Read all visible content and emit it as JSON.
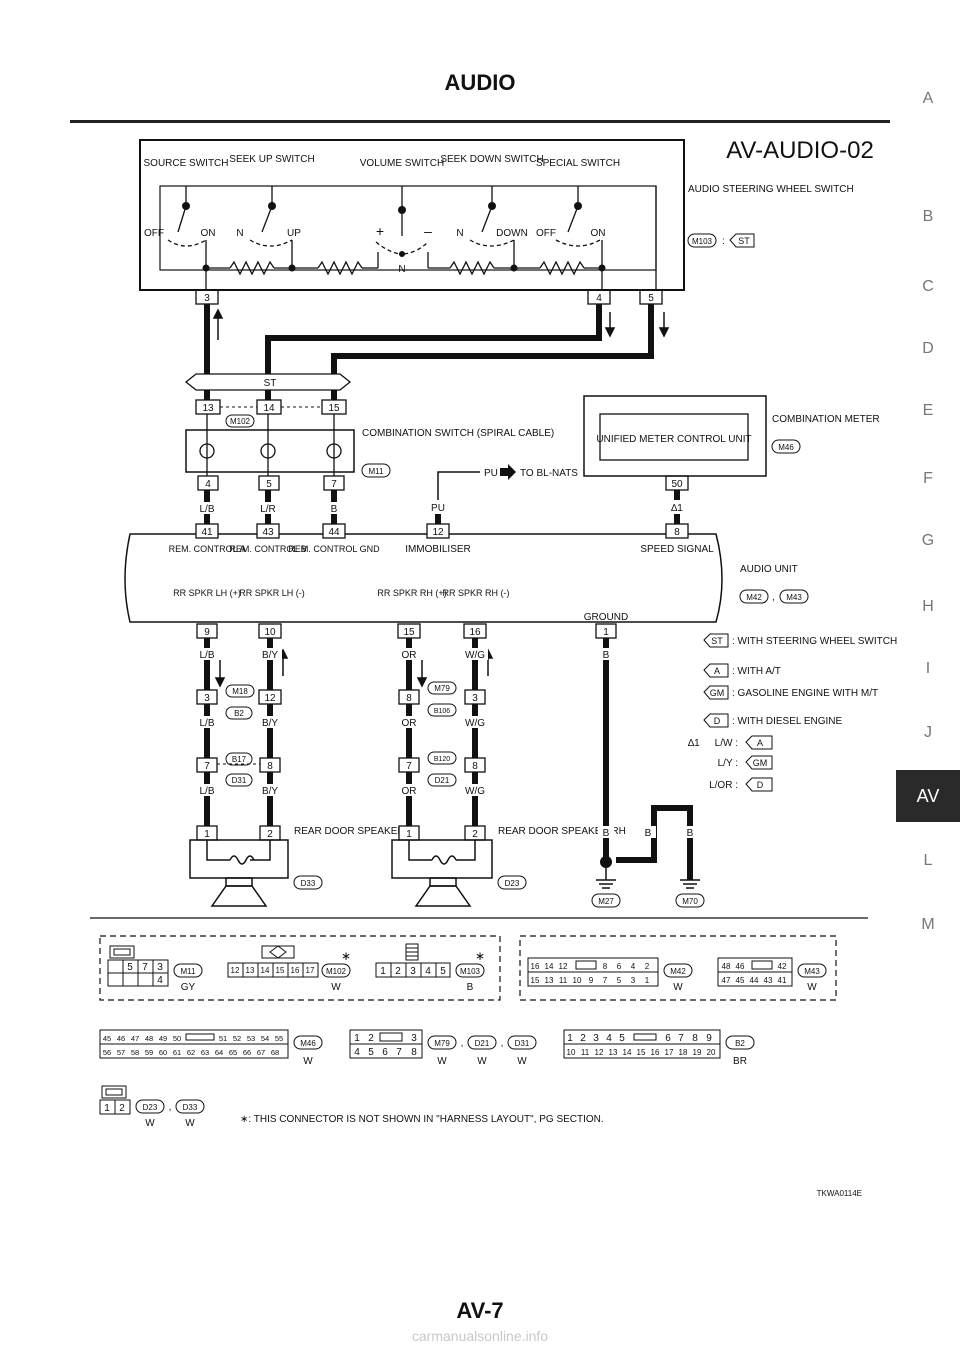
{
  "header": {
    "title": "AUDIO",
    "page_number": "AV-7"
  },
  "sidebar": {
    "letters": [
      "A",
      "B",
      "C",
      "D",
      "E",
      "F",
      "G",
      "H",
      "I",
      "J",
      "L",
      "M"
    ],
    "active": "AV"
  },
  "diagram": {
    "code": "AV-AUDIO-02",
    "figure_id": "TKWA0114E",
    "steering_switch": {
      "labels": {
        "source": "SOURCE SWITCH",
        "seek_up": "SEEK UP SWITCH",
        "volume": "VOLUME SWITCH",
        "seek_down": "SEEK DOWN SWITCH",
        "special": "SPECIAL SWITCH"
      },
      "positions": {
        "off1": "OFF",
        "on1": "ON",
        "n1": "N",
        "up": "UP",
        "plus": "+",
        "minus": "–",
        "n_mid": "N",
        "n2": "N",
        "down": "DOWN",
        "off2": "OFF",
        "on2": "ON"
      },
      "name": "AUDIO STEERING WHEEL SWITCH",
      "connector": "M103",
      "variant": "ST",
      "pins": [
        "3",
        "4",
        "5"
      ]
    },
    "st_bar": "ST",
    "combination_switch": {
      "name": "COMBINATION SWITCH (SPIRAL CABLE)",
      "connector": "M11",
      "top_pins": [
        "13",
        "14",
        "15"
      ],
      "top_conn": "M102",
      "bottom_pins": [
        "4",
        "5",
        "7"
      ]
    },
    "meter": {
      "unit": "UNIFIED METER CONTROL UNIT",
      "name": "COMBINATION METER",
      "connector": "M46",
      "pin": "50"
    },
    "nats": {
      "wire": "PU",
      "dest": "TO BL-NATS"
    },
    "upper_wires": [
      "L/B",
      "L/R",
      "B",
      "PU",
      "∆1"
    ],
    "audio_unit": {
      "name": "AUDIO UNIT",
      "connectors": [
        "M42",
        "M43"
      ],
      "top_pins": [
        "41",
        "43",
        "44",
        "12",
        "8"
      ],
      "top_labels": [
        "REM. CONTROL A",
        "REM. CONTROL B",
        "REM. CONTROL GND",
        "IMMOBILISER",
        "SPEED SIGNAL"
      ],
      "bottom_labels": [
        "RR SPKR LH (+)",
        "RR SPKR LH (-)",
        "RR SPKR RH (+)",
        "RR SPKR RH (-)",
        "GROUND"
      ],
      "bottom_pins": [
        "9",
        "10",
        "15",
        "16",
        "1"
      ]
    },
    "lh": {
      "wires1": [
        "L/B",
        "B/Y"
      ],
      "j1_pins": [
        "3",
        "12"
      ],
      "j1_conns": [
        "M18",
        "B2"
      ],
      "wires2": [
        "L/B",
        "B/Y"
      ],
      "j2_pins": [
        "7",
        "8"
      ],
      "j2_conns": [
        "B17",
        "D31"
      ],
      "wires3": [
        "L/B",
        "B/Y"
      ],
      "spk_pins": [
        "1",
        "2"
      ],
      "name": "REAR DOOR SPEAKER LH",
      "conn": "D33"
    },
    "rh": {
      "wires1": [
        "OR",
        "W/G"
      ],
      "j1_pins": [
        "8",
        "3"
      ],
      "j1_conns": [
        "M79",
        "B106"
      ],
      "wires2": [
        "OR",
        "W/G"
      ],
      "j2_pins": [
        "7",
        "8"
      ],
      "j2_conns": [
        "B120",
        "D21"
      ],
      "wires3": [
        "OR",
        "W/G"
      ],
      "spk_pins": [
        "1",
        "2"
      ],
      "name": "REAR DOOR SPEAKER RH",
      "conn": "D23"
    },
    "ground": {
      "wire": "B",
      "wires_low": [
        "B",
        "B",
        "B"
      ],
      "grounds": [
        "M27",
        "M70"
      ]
    },
    "legend": [
      {
        "tag": "ST",
        "text": ": WITH STEERING WHEEL SWITCH"
      },
      {
        "tag": "A",
        "text": ": WITH A/T"
      },
      {
        "tag": "GM",
        "text": ": GASOLINE ENGINE WITH M/T"
      },
      {
        "tag": "D",
        "text": ": WITH DIESEL ENGINE"
      }
    ],
    "note1": {
      "mark": "∆1",
      "rows": [
        {
          "wire": "L/W :",
          "tag": "A"
        },
        {
          "wire": "L/Y :",
          "tag": "GM"
        },
        {
          "wire": "L/OR :",
          "tag": "D"
        }
      ]
    },
    "conn_faces": {
      "m11": {
        "pins": [
          "5",
          "7",
          "3",
          "4"
        ],
        "id": "M11",
        "color": "GY"
      },
      "m102": {
        "pins": [
          "12",
          "13",
          "14",
          "15",
          "16",
          "17"
        ],
        "id": "M102",
        "color": "W"
      },
      "m103": {
        "pins": [
          "1",
          "2",
          "3",
          "4",
          "5"
        ],
        "id": "M103",
        "color": "B"
      },
      "m42": {
        "top": [
          "16",
          "14",
          "12",
          "8",
          "6",
          "4",
          "2"
        ],
        "bottom": [
          "15",
          "13",
          "11",
          "10",
          "9",
          "7",
          "5",
          "3",
          "1"
        ],
        "id": "M42",
        "color": "W"
      },
      "m43": {
        "top": [
          "48",
          "46",
          "42"
        ],
        "bottom": [
          "47",
          "45",
          "44",
          "43",
          "41"
        ],
        "id": "M43",
        "color": "W"
      },
      "m46": {
        "top": [
          "45",
          "46",
          "47",
          "48",
          "49",
          "50",
          "51",
          "52",
          "53",
          "54",
          "55"
        ],
        "bottom": [
          "56",
          "57",
          "58",
          "59",
          "60",
          "61",
          "62",
          "63",
          "64",
          "65",
          "66",
          "67",
          "68"
        ],
        "id": "M46",
        "color": "W"
      },
      "m79": {
        "top": [
          "1",
          "2",
          "3"
        ],
        "bottom": [
          "4",
          "5",
          "6",
          "7",
          "8"
        ],
        "ids": [
          "M79",
          "D21",
          "D31"
        ],
        "colors": [
          "W",
          "W",
          "W"
        ]
      },
      "b2": {
        "top": [
          "1",
          "2",
          "3",
          "4",
          "5",
          "6",
          "7",
          "8",
          "9"
        ],
        "bottom": [
          "10",
          "11",
          "12",
          "13",
          "14",
          "15",
          "16",
          "17",
          "18",
          "19",
          "20"
        ],
        "id": "B2",
        "color": "BR"
      },
      "d23": {
        "pins": [
          "1",
          "2"
        ],
        "ids": [
          "D23",
          "D33"
        ],
        "colors": [
          "W",
          "W"
        ]
      },
      "star": "∗",
      "note": "∗: THIS CONNECTOR IS NOT SHOWN IN \"HARNESS LAYOUT\", PG SECTION."
    }
  },
  "watermark": "carmanualsonline.info"
}
